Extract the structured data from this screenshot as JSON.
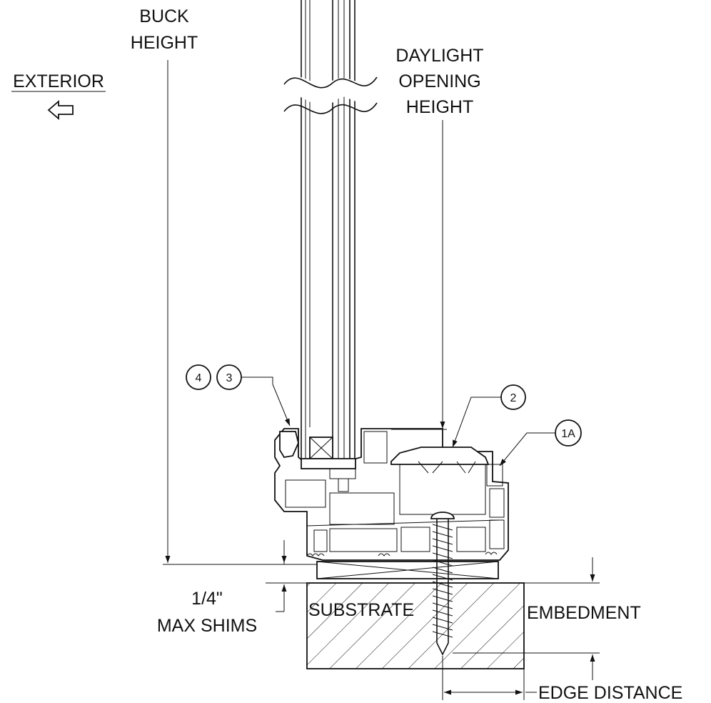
{
  "labels": {
    "buck_height_1": "BUCK",
    "buck_height_2": "HEIGHT",
    "daylight_1": "DAYLIGHT",
    "daylight_2": "OPENING",
    "daylight_3": "HEIGHT",
    "exterior": "EXTERIOR",
    "shims_1": "1/4\"",
    "shims_2": "MAX SHIMS",
    "substrate": "SUBSTRATE",
    "embedment": "EMBEDMENT",
    "edge_distance": "EDGE DISTANCE"
  },
  "callouts": {
    "c4": "4",
    "c3": "3",
    "c2": "2",
    "c1a": "1A"
  },
  "icons": {
    "exterior_arrow": "left-arrow-outline-icon",
    "screw": "screw-icon"
  }
}
